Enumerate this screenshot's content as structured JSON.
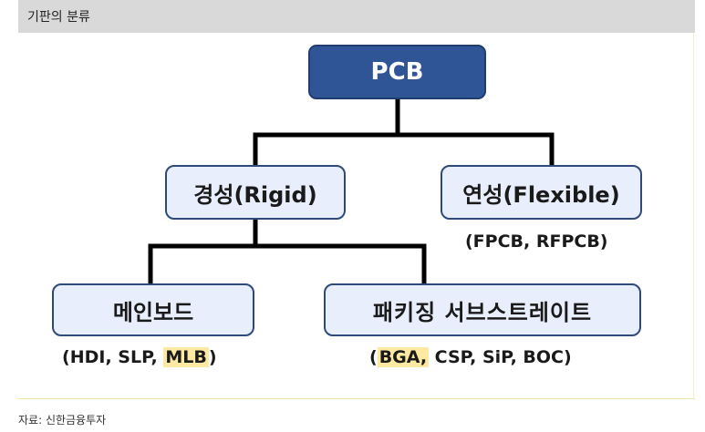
{
  "header": {
    "title": "기판의 분류"
  },
  "diagram": {
    "root": {
      "label": "PCB"
    },
    "rigid": {
      "label": "경성(Rigid)"
    },
    "flexible": {
      "label": "연성(Flexible)",
      "sub": "(FPCB, RFPCB)"
    },
    "mainboard": {
      "label": "메인보드",
      "sub_open": "(",
      "sub_items": [
        "HDI",
        "SLP",
        "MLB"
      ],
      "sub_highlight": "MLB",
      "sub_close": ")"
    },
    "substrate": {
      "label": "패키징 서브스트레이트",
      "sub_open": "(",
      "sub_items": [
        "BGA",
        "CSP",
        "SiP",
        "BOC"
      ],
      "sub_highlight": "BGA",
      "sub_close": ")"
    }
  },
  "footer": {
    "source": "자료: 신한금융투자"
  },
  "colors": {
    "root_fill": "#2f5597",
    "node_fill": "#e9eefc",
    "node_border": "#2d4a7a",
    "connector": "#000000",
    "highlight": "#fde9a1"
  }
}
